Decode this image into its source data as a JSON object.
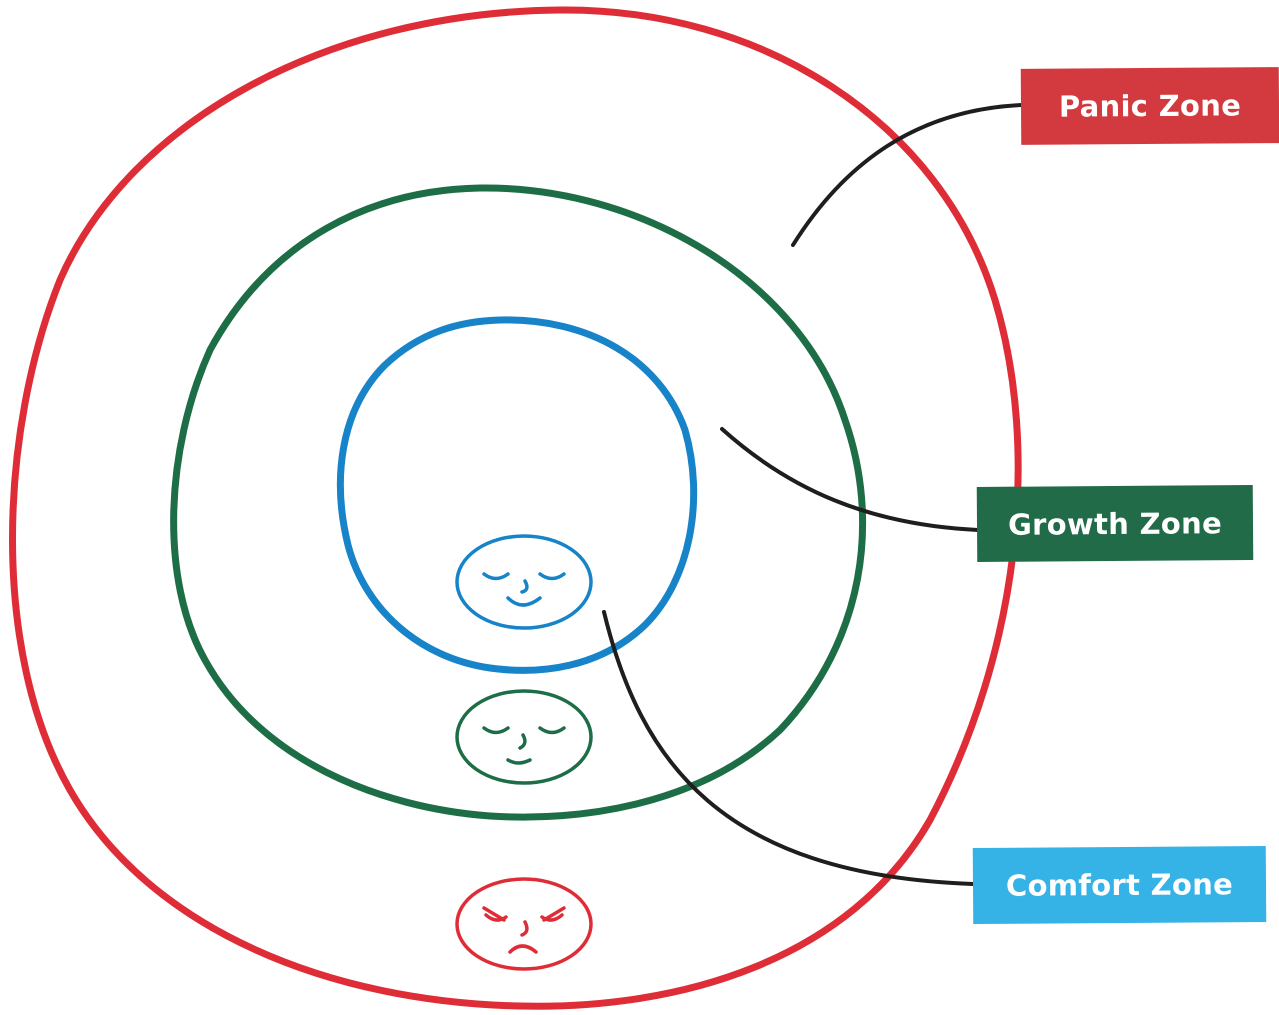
{
  "zones": [
    {
      "id": "panic",
      "label": "Panic Zone",
      "color": "#d23a40",
      "face_mood": "distressed"
    },
    {
      "id": "growth",
      "label": "Growth Zone",
      "color": "#216b48",
      "face_mood": "calm"
    },
    {
      "id": "comfort",
      "label": "Comfort Zone",
      "color": "#35b2e6",
      "face_mood": "happy"
    }
  ],
  "colors": {
    "panic_ring": "#df2d38",
    "growth_ring": "#1d6e46",
    "comfort_ring": "#1783c8",
    "leader_line": "#1e1e1e",
    "background": "#ffffff"
  }
}
